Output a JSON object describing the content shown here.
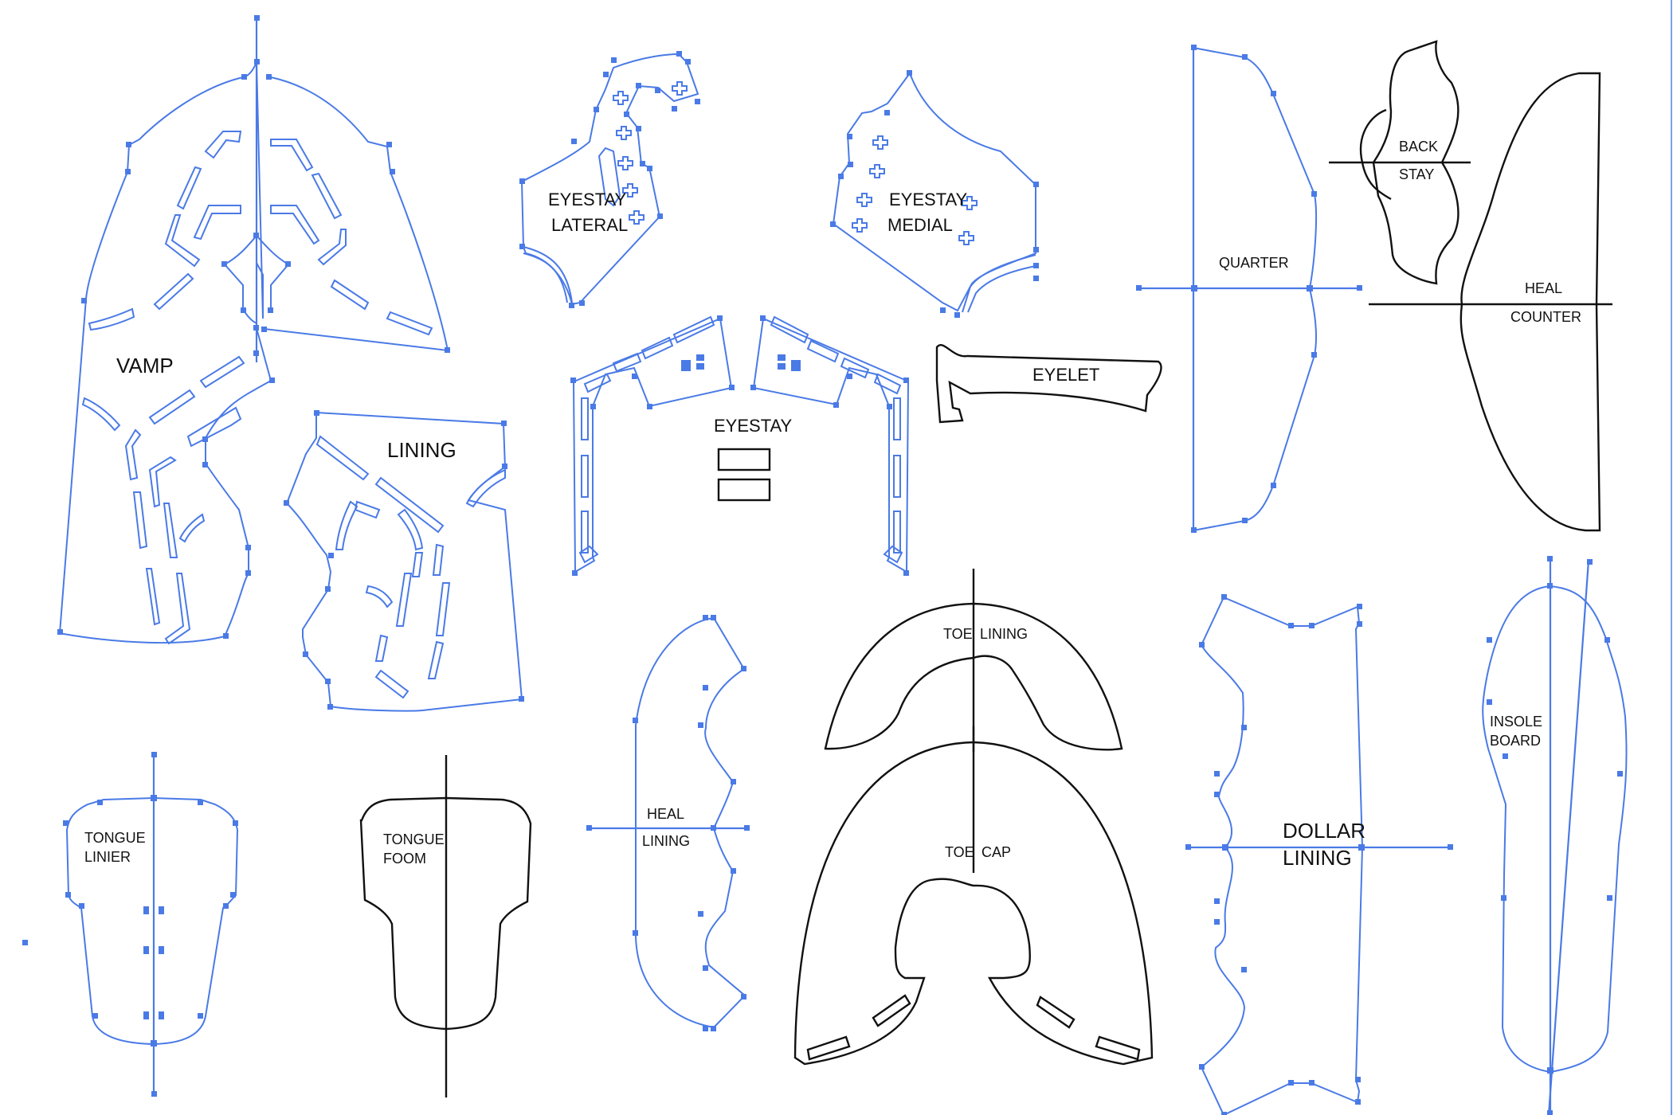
{
  "document": {
    "type": "shoe pattern pieces",
    "accent_color": "#4a7ae6",
    "outline_color": "#111111"
  },
  "pieces": {
    "vamp": {
      "label": "VAMP",
      "selected": true
    },
    "lining": {
      "label": "LINING",
      "selected": true
    },
    "eyestay_lateral": {
      "line1": "EYESTAY",
      "line2": "LATERAL",
      "selected": true
    },
    "eyestay_medial": {
      "line1": "EYESTAY",
      "line2": "MEDIAL",
      "selected": true
    },
    "eyestay": {
      "label": "EYESTAY",
      "selected": true
    },
    "eyelet": {
      "label": "EYELET",
      "selected": false
    },
    "quarter": {
      "label": "QUARTER",
      "selected": true
    },
    "back_stay": {
      "line1": "BACK",
      "line2": "STAY",
      "selected": false
    },
    "heal_counter": {
      "line1": "HEAL",
      "line2": "COUNTER",
      "selected": false
    },
    "toe_lining": {
      "line1": "TOE",
      "line2": "LINING",
      "selected": false
    },
    "toe_cap": {
      "line1": "TOE",
      "line2": "CAP",
      "selected": false
    },
    "heal_lining": {
      "line1": "HEAL",
      "line2": "LINING",
      "selected": true
    },
    "dollar_lining": {
      "line1": "DOLLAR",
      "line2": "LINING",
      "selected": true
    },
    "insole_board": {
      "line1": "INSOLE",
      "line2": "BOARD",
      "selected": true
    },
    "tongue_linier": {
      "line1": "TONGUE",
      "line2": "LINIER",
      "selected": true
    },
    "tongue_foom": {
      "line1": "TONGUE",
      "line2": "FOOM",
      "selected": false
    }
  }
}
